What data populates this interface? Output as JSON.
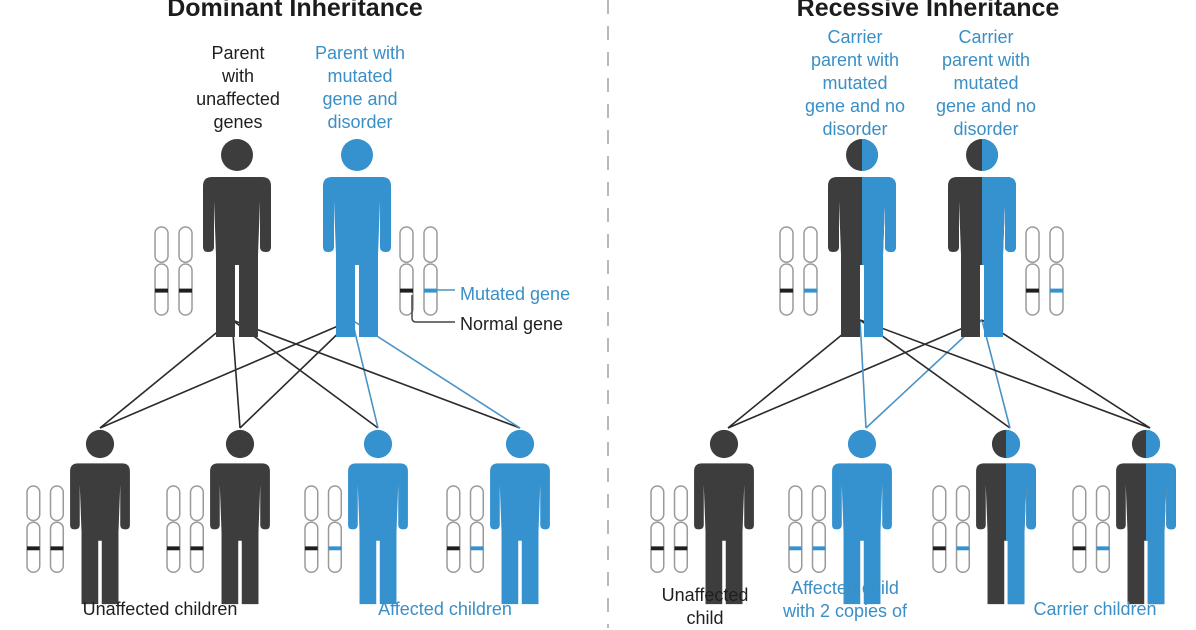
{
  "colors": {
    "dark": "#3d3d3d",
    "blue": "#3592cf",
    "label_blue": "#3a8fc6",
    "line_dark": "#2a2a2a",
    "line_blue": "#4a93c4",
    "chromosome_outline": "#9a9a9a",
    "divider": "#b8b8b8"
  },
  "dominant": {
    "title": "Dominant Inheritance",
    "parent_unaffected_label": "Parent\nwith\nunaffected\ngenes",
    "parent_affected_label": "Parent with\nmutated\ngene and\ndisorder",
    "mutated_gene_label": "Mutated gene",
    "normal_gene_label": "Normal gene",
    "unaffected_children_label": "Unaffected children",
    "affected_children_label": "Affected children"
  },
  "recessive": {
    "title": "Recessive Inheritance",
    "carrier_parent_1_label": "Carrier\nparent with\nmutated\ngene and no\ndisorder",
    "carrier_parent_2_label": "Carrier\nparent with\nmutated\ngene and no\ndisorder",
    "unaffected_child_label": "Unaffected\nchild",
    "affected_child_label": "Affected child\nwith 2 copies of",
    "carrier_children_label": "Carrier children"
  }
}
